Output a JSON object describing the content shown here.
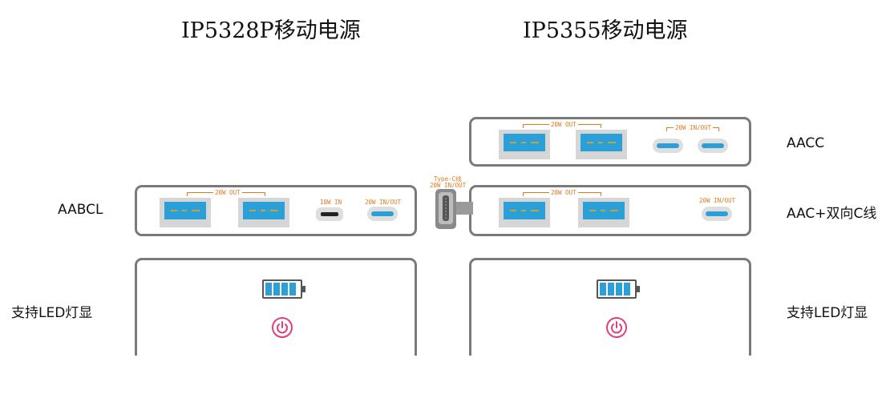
{
  "titles": {
    "left": "IP5328P移动电源",
    "right": "IP5355移动电源"
  },
  "labels": {
    "aabcl": "AABCL",
    "aacc": "AACC",
    "aac_cable": "AAC+双向C线",
    "led_left": "支持LED灯显",
    "led_right": "支持LED灯显"
  },
  "port_texts": {
    "out_20w": "20W OUT",
    "in_18w": "18W IN",
    "in_out_20w": "20W IN/OUT"
  },
  "cable_label": {
    "line1": "Type-C线",
    "line2": "20W IN/OUT"
  },
  "battery": {
    "bars_filled": 4,
    "bars_total": 4
  },
  "colors": {
    "usb_blue": "#2a9fd8",
    "label_orange": "#e07a1f",
    "power_pink": "#e0407a",
    "frame_gray": "#7a7a7a"
  },
  "icons": {
    "battery": "battery-full-icon",
    "power": "power-icon"
  }
}
